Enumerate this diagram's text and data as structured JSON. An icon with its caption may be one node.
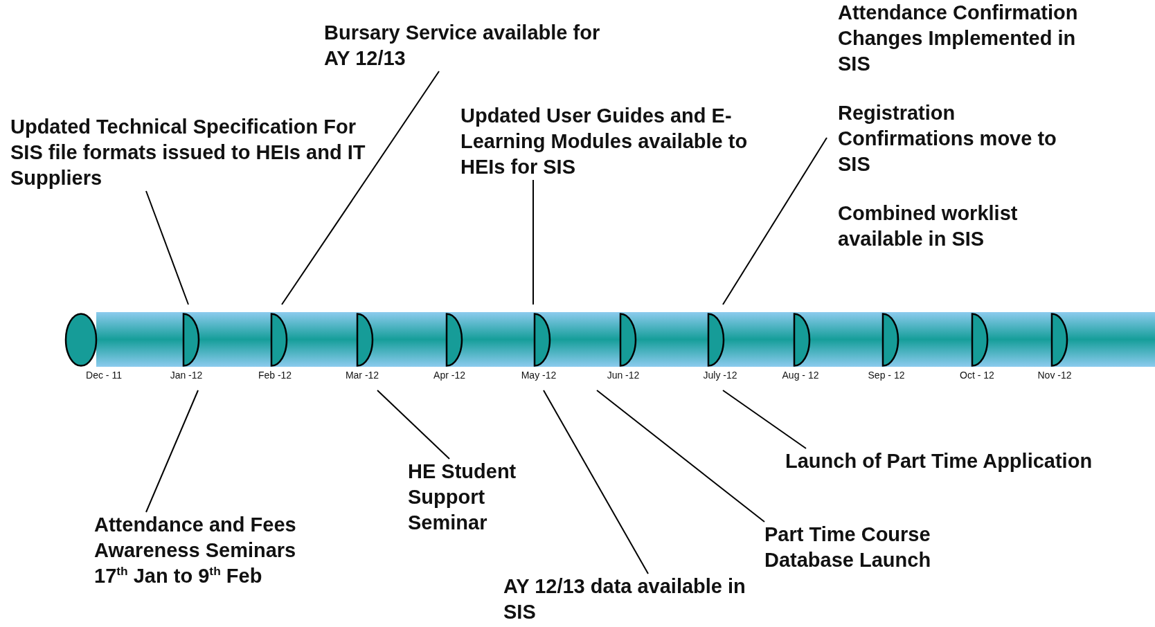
{
  "diagram": {
    "nodes": [
      {
        "text": [
          "Updated Technical Specification For SIS file formats issued to HEIs and IT Suppliers"
        ]
      },
      {
        "text": [
          "Bursary Service available for AY 12/13"
        ]
      },
      {
        "text": [
          "Updated User Guides and E-Learning Modules available to HEIs for SIS"
        ]
      },
      {
        "text": [
          "Attendance Confirmation Changes Implemented in SIS",
          "Registration Confirmations move to SIS",
          "Combined worklist available in SIS"
        ]
      },
      {
        "text": [],
        "shape": "circle",
        "beside": [
          "Dec - 11"
        ]
      },
      {
        "text": [],
        "shape": "semicircle",
        "beside": [
          "Jan -12"
        ]
      },
      {
        "text": [],
        "shape": "semicircle",
        "beside": [
          "Feb -12"
        ]
      },
      {
        "text": [],
        "shape": "semicircle",
        "beside": [
          "Mar -12"
        ]
      },
      {
        "text": [],
        "shape": "semicircle",
        "beside": [
          "Apr -12"
        ]
      },
      {
        "text": [],
        "shape": "semicircle",
        "beside": [
          "May -12"
        ]
      },
      {
        "text": [],
        "shape": "semicircle",
        "beside": [
          "Jun -12"
        ]
      },
      {
        "text": [],
        "shape": "semicircle",
        "beside": [
          "July -12"
        ]
      },
      {
        "text": [],
        "shape": "semicircle",
        "beside": [
          "Aug - 12"
        ]
      },
      {
        "text": [],
        "shape": "semicircle",
        "beside": [
          "Sep - 12"
        ]
      },
      {
        "text": [],
        "shape": "semicircle",
        "beside": [
          "Oct - 12"
        ]
      },
      {
        "text": [],
        "shape": "semicircle",
        "beside": [
          "Nov -12"
        ]
      },
      {
        "text": [
          "Attendance and Fees Awareness Seminars 17$^{th}$ Jan to 9$^{th}$ Feb"
        ]
      },
      {
        "text": [
          "HE Student Support Seminar"
        ]
      },
      {
        "text": [
          "AY 12/13 data available in SIS"
        ]
      },
      {
        "text": [
          "Part Time Course Database Launch"
        ]
      },
      {
        "text": [
          "Launch of Part Time Application"
        ]
      }
    ],
    "edges": [
      {
        "from": 0,
        "to": 5,
        "arrow": "none"
      },
      {
        "from": 1,
        "to": 6,
        "arrow": "none"
      },
      {
        "from": 2,
        "to": 9,
        "arrow": "none"
      },
      {
        "from": 3,
        "to": 11,
        "arrow": "none"
      },
      {
        "from": 16,
        "to": 5,
        "arrow": "none"
      },
      {
        "from": 17,
        "to": 7,
        "arrow": "none"
      },
      {
        "from": 18,
        "to": 9,
        "arrow": "none"
      },
      {
        "from": 19,
        "to": 10,
        "arrow": "none"
      },
      {
        "from": 20,
        "to": 11,
        "arrow": "none"
      }
    ]
  }
}
